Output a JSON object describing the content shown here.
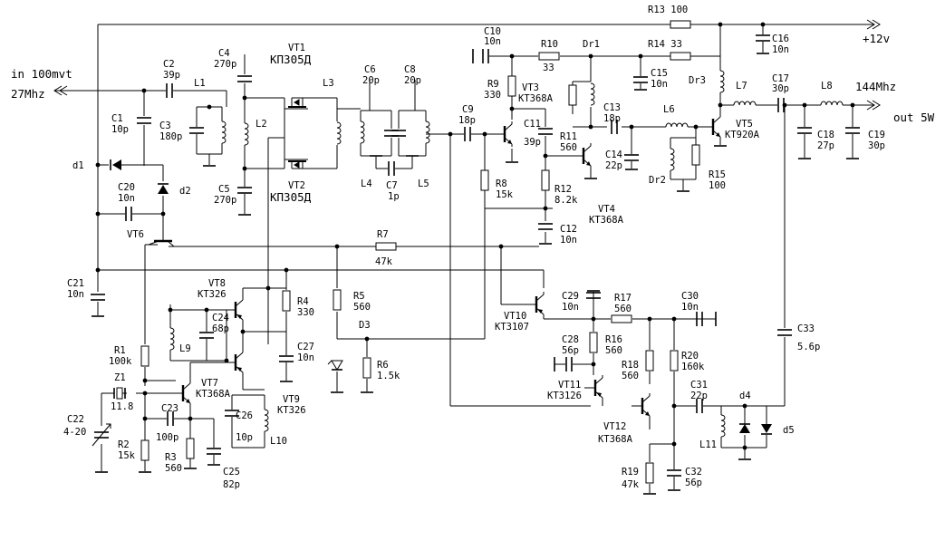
{
  "io": {
    "input_level": "in 100mvt",
    "input_freq": "27Mhz",
    "supply": "+12v",
    "output_freq": "144Mhz",
    "output_power": "out 5W"
  },
  "labels": {
    "r13": "R13 100",
    "c10": "C10",
    "c10v": "10n",
    "r10": "R10",
    "r10v": "33",
    "dr1": "Dr1",
    "r14": "R14 33",
    "c16": "C16",
    "c16v": "10n",
    "c15": "C15",
    "c15v": "10n",
    "dr3": "Dr3",
    "l7": "L7",
    "c17": "C17",
    "c17v": "30p",
    "l8": "L8",
    "c18": "C18",
    "c18v": "27p",
    "c19": "C19",
    "c19v": "30p",
    "vt1": "VT1",
    "vt1t": "КП305Д",
    "vt2": "VT2",
    "vt2t": "КП305Д",
    "c2": "C2",
    "c2v": "39p",
    "l1": "L1",
    "c1": "C1",
    "c1v": "10p",
    "c3": "C3",
    "c3v": "180p",
    "c4": "C4",
    "c4v": "270p",
    "c5": "C5",
    "c5v": "270p",
    "l2": "L2",
    "l3": "L3",
    "c6": "C6",
    "c6v": "20p",
    "c8": "C8",
    "c8v": "20p",
    "l4": "L4",
    "l5": "L5",
    "c7": "C7",
    "c7v": "1p",
    "c9": "C9",
    "c9v": "18p",
    "r9": "R9",
    "r9v": "330",
    "vt3": "VT3",
    "vt3t": "KT368A",
    "c11": "C11",
    "c11v": "39p",
    "r11": "R11",
    "r11v": "560",
    "c13": "C13",
    "c13v": "18p",
    "l6": "L6",
    "c14": "C14",
    "c14v": "22p",
    "vt5": "VT5",
    "vt5t": "KT920A",
    "r15": "R15",
    "r15v": "100",
    "dr2": "Dr2",
    "r8": "R8",
    "r8v": "15k",
    "r12": "R12",
    "r12v": "8.2k",
    "vt4": "VT4",
    "vt4t": "KT368A",
    "c12": "C12",
    "c12v": "10n",
    "d1": "d1",
    "d2": "d2",
    "c20": "C20",
    "c20v": "10n",
    "vt6": "VT6",
    "r7": "R7",
    "r7v": "47k",
    "c21": "C21",
    "c21v": "10n",
    "vt8": "VT8",
    "vt8t": "KT326",
    "r4": "R4",
    "r4v": "330",
    "c24": "C24",
    "c24v": "68p",
    "l9": "L9",
    "c27": "C27",
    "c27v": "10n",
    "r5": "R5",
    "r5v": "560",
    "d3": "D3",
    "r6": "R6",
    "r6v": "1.5k",
    "vt10": "VT10",
    "vt10t": "KT3107",
    "c29": "C29",
    "c29v": "10n",
    "r17": "R17",
    "r17v": "560",
    "c30": "C30",
    "c30v": "10n",
    "c33": "C33",
    "c33v": "5.6p",
    "r1": "R1",
    "r1v": "100k",
    "z1": "Z1",
    "z1v": "11.8",
    "vt7": "VT7",
    "vt7t": "KT368A",
    "c23": "C23",
    "c23v": "100p",
    "vt9": "VT9",
    "vt9t": "KT326",
    "c26": "C26",
    "c26v": "10p",
    "l10": "L10",
    "c22": "C22",
    "c22v": "4-20",
    "r2": "R2",
    "r2v": "15k",
    "r3": "R3",
    "r3v": "560",
    "c25": "C25",
    "c25v": "82p",
    "c28": "C28",
    "c28v": "56p",
    "r16": "R16",
    "r16v": "560",
    "r18": "R18",
    "r18v": "560",
    "r20": "R20",
    "r20v": "160k",
    "vt11": "VT11",
    "vt11t": "KT3126",
    "c31": "C31",
    "c31v": "22p",
    "d4": "d4",
    "d5": "d5",
    "l11": "L11",
    "vt12": "VT12",
    "vt12t": "KT368A",
    "r19": "R19",
    "r19v": "47k",
    "c32": "C32",
    "c32v": "56p"
  }
}
